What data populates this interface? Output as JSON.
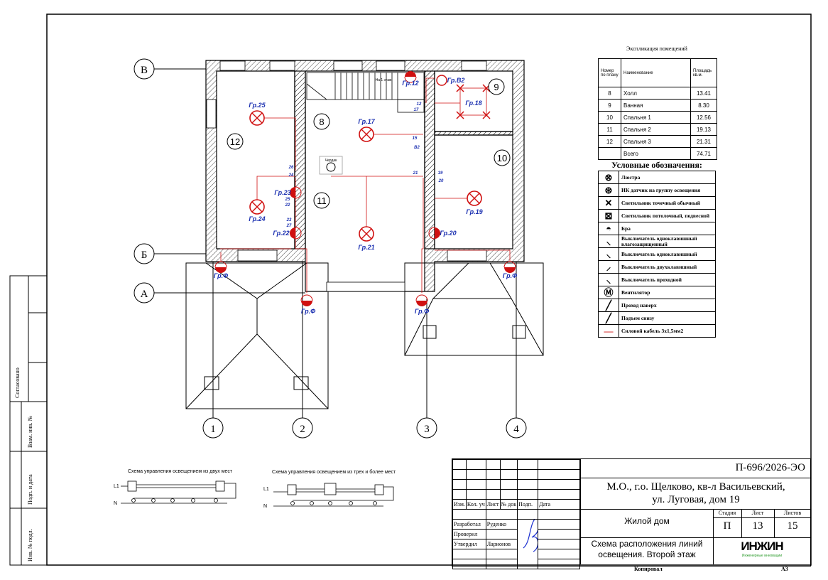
{
  "axes": {
    "rows": [
      "В",
      "Б",
      "А"
    ],
    "cols": [
      "1",
      "2",
      "3",
      "4"
    ]
  },
  "rooms": [
    "12",
    "8",
    "11",
    "10",
    "9"
  ],
  "groups": {
    "g25": "Гр.25",
    "g17": "Гр.17",
    "g24": "Гр.24",
    "g21": "Гр.21",
    "g19": "Гр.19",
    "g18": "Гр.18",
    "gB2": "Гр.В2",
    "g12": "Гр.12",
    "g23": "Гр.23",
    "g22": "Гр.22",
    "g20": "Гр.20",
    "gF": "Гр.Ф"
  },
  "switch_numbers": [
    "12",
    "17",
    "15",
    "В2",
    "26",
    "24",
    "21",
    "19",
    "20",
    "25",
    "22",
    "23",
    "27"
  ],
  "plan_notes": {
    "attic": "Чердак",
    "stairs_down": "На 1 этаж"
  },
  "explication": {
    "title": "Экспликация помещений",
    "headers": [
      "Номер по плану",
      "Наименование",
      "Площадь кв.м."
    ],
    "rows": [
      [
        "8",
        "Холл",
        "13.41"
      ],
      [
        "9",
        "Ванная",
        "8.30"
      ],
      [
        "10",
        "Спальня 1",
        "12.56"
      ],
      [
        "11",
        "Спальня 2",
        "19.13"
      ],
      [
        "12",
        "Спальня 3",
        "21.31"
      ],
      [
        "",
        "Всего",
        "74.71"
      ]
    ]
  },
  "legend": {
    "title": "Условные обозначения:",
    "items": [
      "Люстра",
      "ИК датчик на группу освещения",
      "Светильник точечный обычный",
      "Светильник потолочный, подвесной",
      "Бра",
      "Выключатель одноклавишный влагозащищенный",
      "Выключатель одноклавишный",
      "Выключатель двухклавишный",
      "Выключатель проходной",
      "Вентилятор",
      "Проход наверх",
      "Подъем снизу",
      "Силовой кабель 3х1,5мм2"
    ]
  },
  "schemes": {
    "two": "Схема управления освещением из двух мест",
    "three": "Схема управления освещением из трех и более мест",
    "l1": "L1",
    "n": "N"
  },
  "side_strip": [
    "Согласовано",
    "Взам. инв. №",
    "Подп. и дата",
    "Инв. № подл."
  ],
  "title_block": {
    "code": "П-696/2026-ЭО",
    "address1": "М.О., г.о. Щелково, кв-л Васильевский,",
    "address2": "ул. Луговая, дом 19",
    "headers": [
      "Изм.",
      "Кол. уч",
      "Лист",
      "№ док",
      "Подп.",
      "Дата"
    ],
    "roles": [
      [
        "Разработал",
        "Руденко"
      ],
      [
        "Проверил",
        ""
      ],
      [
        "Утвердил",
        "Ларионов"
      ]
    ],
    "object": "Жилой дом",
    "stage_h": "Стадия",
    "sheet_h": "Лист",
    "sheets_h": "Листов",
    "stage": "П",
    "sheet": "13",
    "sheets": "15",
    "drawing1": "Схема расположения линий",
    "drawing2": "освещения. Второй этаж",
    "logo": "ИНЖИН",
    "logo_sub": "Инженерные инновации",
    "copied": "Копировал",
    "format": "А3"
  },
  "colors": {
    "cable": "#d01010",
    "label": "#1a2fb0"
  }
}
